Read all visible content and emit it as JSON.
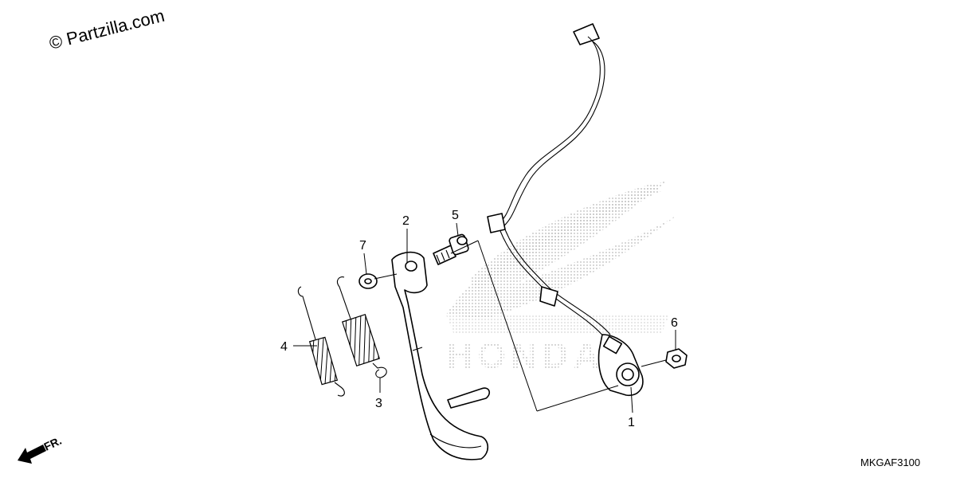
{
  "watermark": "© Partzilla.com",
  "diagram_code": "MKGAF3100",
  "front_indicator": "FR.",
  "background_logo": "HONDA",
  "callouts": [
    {
      "id": "c1",
      "label": "1",
      "part": "side-stand-switch"
    },
    {
      "id": "c2",
      "label": "2",
      "part": "side-stand"
    },
    {
      "id": "c3",
      "label": "3",
      "part": "side-stand-spring-outer"
    },
    {
      "id": "c4",
      "label": "4",
      "part": "side-stand-spring-inner"
    },
    {
      "id": "c5",
      "label": "5",
      "part": "pivot-bolt"
    },
    {
      "id": "c6",
      "label": "6",
      "part": "nut"
    },
    {
      "id": "c7",
      "label": "7",
      "part": "washer"
    }
  ]
}
